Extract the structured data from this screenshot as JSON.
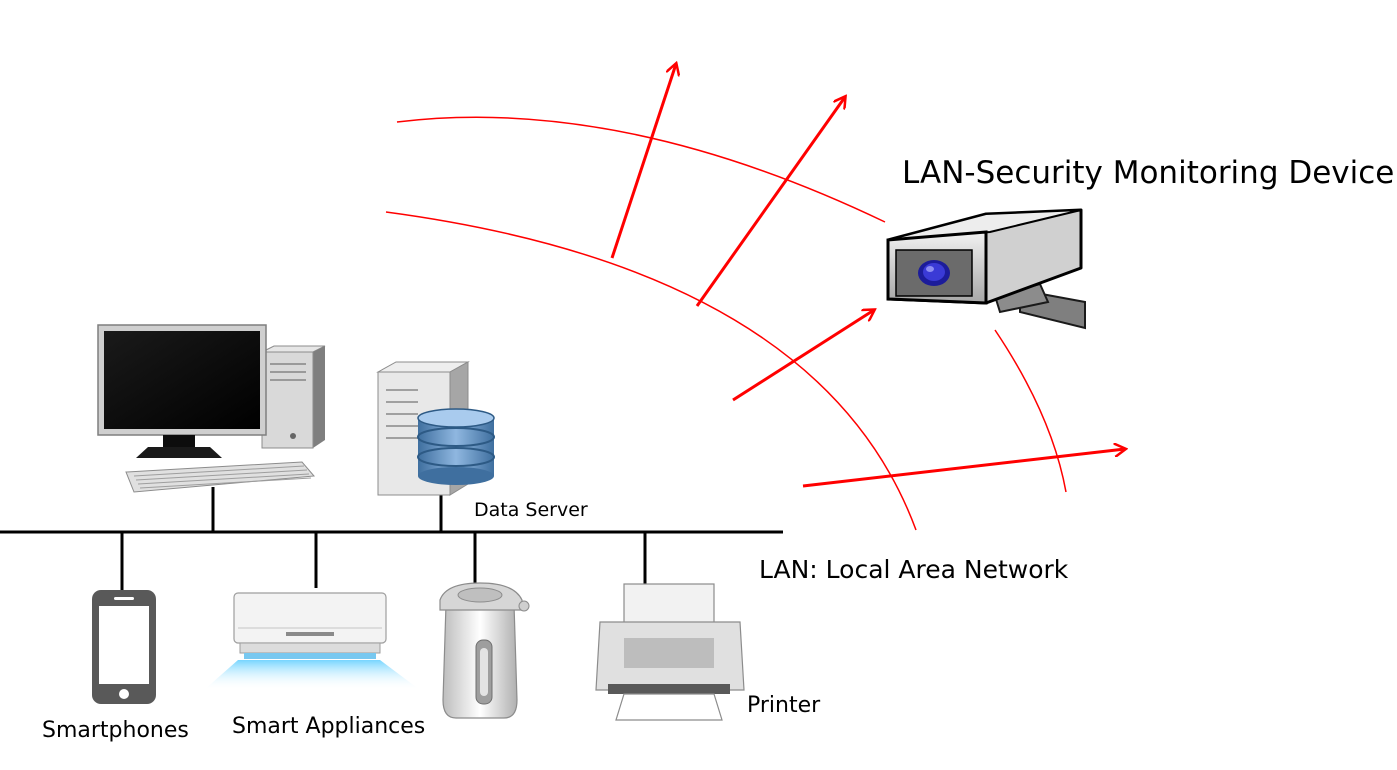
{
  "labels": {
    "monitor_device": "LAN-Security Monitoring Device",
    "lan": "LAN: Local Area Network",
    "data_server": "Data Server",
    "smartphones": "Smartphones",
    "smart_appliances": "Smart Appliances",
    "printer": "Printer"
  },
  "colors": {
    "signal": "#ff0000",
    "network_line": "#000000",
    "camera_body": "#d9d9d9",
    "camera_lens": "#3a3ad6",
    "server_db": "#5b8fc7",
    "phone": "#595959"
  },
  "icons": [
    "desktop-computer-icon",
    "server-database-icon",
    "smartphone-icon",
    "air-conditioner-icon",
    "electric-kettle-icon",
    "printer-icon",
    "security-camera-icon"
  ]
}
